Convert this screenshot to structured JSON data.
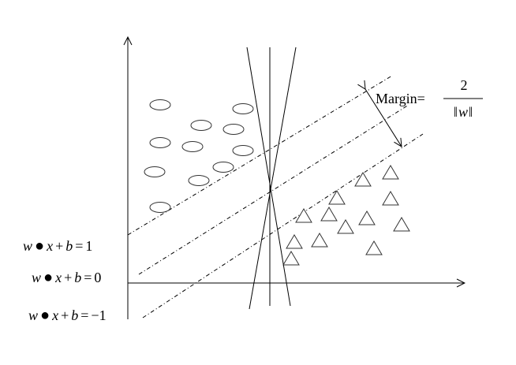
{
  "equations": [
    {
      "id": "plus",
      "w": "w",
      "x": "x",
      "b": "b",
      "op": "+",
      "eq": "=",
      "rhs": "1"
    },
    {
      "id": "zero",
      "w": "w",
      "x": "x",
      "b": "b",
      "op": "+",
      "eq": "=",
      "rhs": "0"
    },
    {
      "id": "minus",
      "w": "w",
      "x": "x",
      "b": "b",
      "op": "+",
      "eq": "=",
      "rhs": "−1"
    }
  ],
  "margin": {
    "word": "Margin",
    "eq": "=",
    "numerator": "2",
    "norm_open": "‖",
    "norm_var": "w",
    "norm_close": "‖"
  },
  "colors": {
    "stroke": "#000000",
    "marker_stroke": "#333333",
    "background": "#ffffff"
  }
}
